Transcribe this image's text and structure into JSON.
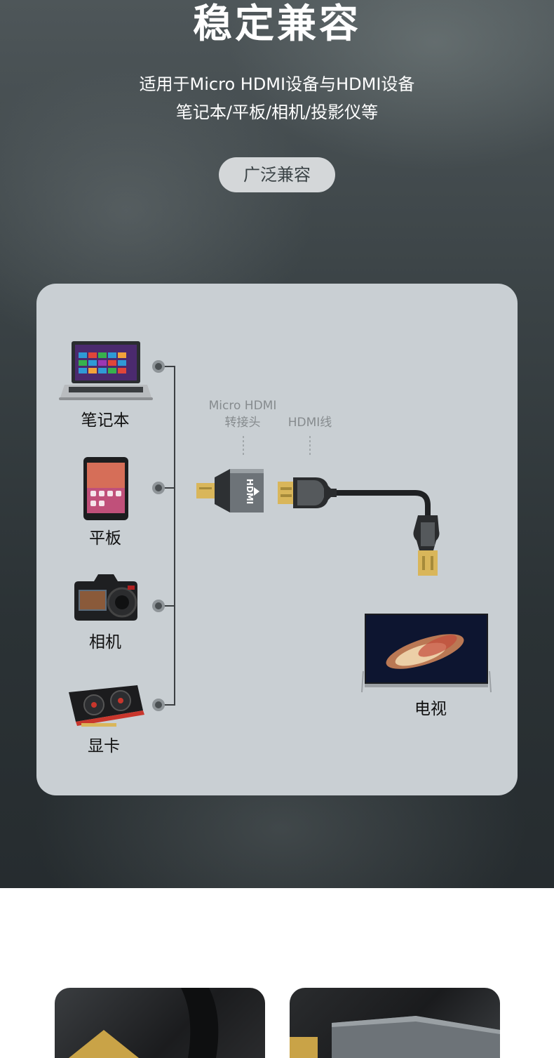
{
  "hero": {
    "title": "稳定兼容",
    "subtitle_line1": "适用于Micro HDMI设备与HDMI设备",
    "subtitle_line2": "笔记本/平板/相机/投影仪等",
    "pill_label": "广泛兼容"
  },
  "diagram": {
    "devices": [
      {
        "label": "笔记本",
        "icon": "laptop-icon"
      },
      {
        "label": "平板",
        "icon": "tablet-icon"
      },
      {
        "label": "相机",
        "icon": "camera-icon"
      },
      {
        "label": "显卡",
        "icon": "graphics-card-icon"
      }
    ],
    "adapter_label_line1": "Micro HDMI",
    "adapter_label_line2": "转接头",
    "cable_label": "HDMI线",
    "adapter_print": "HDMI",
    "tv_label": "电视"
  },
  "colors": {
    "hero_bg": "#2b3235",
    "panel_bg": "#c9cfd3",
    "pill_bg": "#d4d7d9",
    "connector_gold": "#d9b65a"
  }
}
